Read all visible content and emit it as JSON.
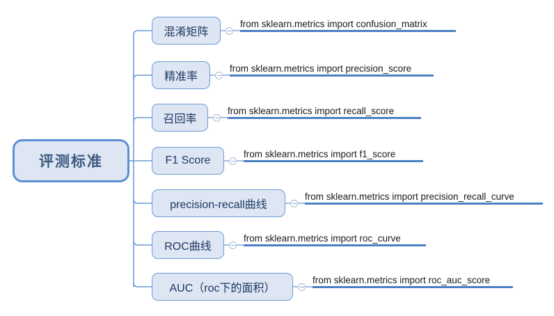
{
  "diagram": {
    "type": "mind-map",
    "title": "评测标准",
    "background_color": "#ffffff",
    "accent_color": "#4a80c4",
    "node_fill_color": "#dde6f2",
    "node_border_color": "#6d9bd8",
    "root_border_color": "#5b8fd4",
    "root_text_color": "#3d5a80",
    "child_text_color": "#1f3864",
    "collapse_icon": "minus-circle-icon"
  },
  "root": {
    "label": "评测标准"
  },
  "branches": [
    {
      "label": "混淆矩阵",
      "code": "from sklearn.metrics import confusion_matrix"
    },
    {
      "label": "精准率",
      "code": "from sklearn.metrics import precision_score"
    },
    {
      "label": "召回率",
      "code": "from sklearn.metrics import recall_score"
    },
    {
      "label": "F1 Score",
      "code": "from sklearn.metrics import f1_score"
    },
    {
      "label": "precision-recall曲线",
      "code": "from sklearn.metrics import precision_recall_curve"
    },
    {
      "label": "ROC曲线",
      "code": "from sklearn.metrics import roc_curve"
    },
    {
      "label": "AUC（roc下的面积）",
      "code": "from sklearn.metrics import roc_auc_score"
    }
  ]
}
